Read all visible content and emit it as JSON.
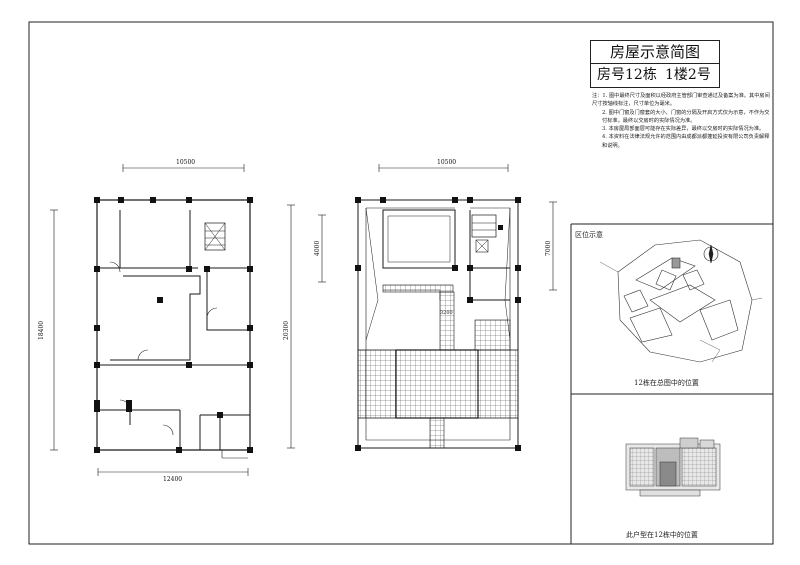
{
  "title_block": {
    "title": "房屋示意简图",
    "house_no": "房号12栋",
    "unit_no": "1楼2号"
  },
  "notes": [
    "注：1. 图中最终尺寸及面积以经政府主管部门审查通过及备案为准。其中房间尺寸按轴线标注，尺寸单位为毫米。",
    "2. 图中门窗及门窗套的大小、门窗的分隔及开启方式仅为示意，不作为交付标准，最终以交房时的实际情况为准。",
    "3. 本房屋局部面层可能存在实际差异，最终以交房时的实际情况为准。",
    "4. 本资料在法律法规允许的范围内由成都派都蓬延投资有限公司负责解释和说明。"
  ],
  "plan_left": {
    "dim_top": "10500",
    "dim_bottom": "12400",
    "dim_left": "18400",
    "dim_right": "20300"
  },
  "plan_right": {
    "dim_top": "10500",
    "dim_left": "4000",
    "dim_right": "7000",
    "dim_mid": "3200"
  },
  "location": {
    "section_label": "区位示意",
    "site_caption": "12栋在总图中的位置",
    "unit_caption": "此户型在12栋中的位置"
  },
  "colors": {
    "line": "#1a1a1a",
    "hatch": "#555555",
    "highlight": "#9a9a9a"
  },
  "icons": [
    "north-arrow-icon"
  ]
}
